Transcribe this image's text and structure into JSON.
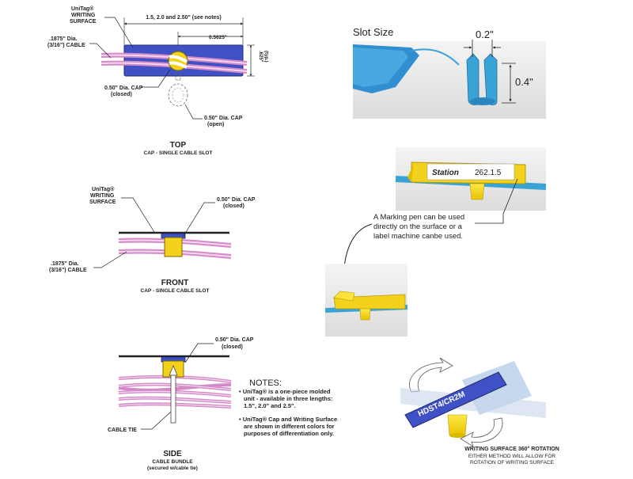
{
  "top_view": {
    "label_writing_surface": [
      "UniTag®",
      "WRITING",
      "SURFACE"
    ],
    "label_cable": [
      ".1875\" Dia.",
      "(3/16\") CABLE"
    ],
    "dim_length": "1.5, 2.0 and 2.50\" (see notes)",
    "dim_offset": "0.5625\"",
    "dim_height": [
      ".625\"",
      "(typ.)"
    ],
    "label_cap_closed": [
      "0.50\" Dia. CAP",
      "(closed)"
    ],
    "label_cap_open": [
      "0.50\" Dia. CAP",
      "(open)"
    ],
    "caption": "TOP",
    "subcaption": "CAP - SINGLE CABLE SLOT"
  },
  "front_view": {
    "label_writing_surface": [
      "UniTag®",
      "WRITING",
      "SURFACE"
    ],
    "label_cap_closed": [
      "0.50\" Dia. CAP",
      "(closed)"
    ],
    "label_cable": [
      ".1875\" Dia.",
      "(3/16\") CABLE"
    ],
    "caption": "FRONT",
    "subcaption": "CAP - SINGLE CABLE SLOT"
  },
  "side_view": {
    "label_cap_closed": [
      "0.50\" Dia. CAP",
      "(closed)"
    ],
    "label_cable_tie": "CABLE TIE",
    "caption": "SIDE",
    "subcaption": [
      "CABLE BUNDLE",
      "(secured w/cable tie)"
    ]
  },
  "notes": {
    "title": "NOTES:",
    "items": [
      [
        "• UniTag® is a one-piece molded",
        "unit - available in three lengths:",
        "1.5\", 2.0\" and 2.5\"."
      ],
      [
        "• UniTag® Cap and Writing Surface",
        "are shown in different colors for",
        "purposes of differentiation only."
      ]
    ]
  },
  "slot_photo": {
    "title": "Slot Size",
    "width_label": "0.2\"",
    "height_label": "0.4\""
  },
  "station_photo": {
    "tag_label": "Station",
    "tag_number": "262.1.5"
  },
  "marking_text": [
    "A Marking pen can be used",
    "directly on the surface or a",
    "label machine canbe used."
  ],
  "rotation_photo": {
    "tag_text": "HDST4/CR2M",
    "caption": [
      "WRITING SURFACE 360° ROTATION",
      "EITHER METHOD WILL ALLOW FOR",
      "ROTATION OF WRITING SURFACE"
    ]
  },
  "colors": {
    "tag_blue": "#3f51c4",
    "cap_yellow": "#f2d21c",
    "cable_pink": "#d48ac8",
    "cable_blue": "#3aa3d6"
  }
}
